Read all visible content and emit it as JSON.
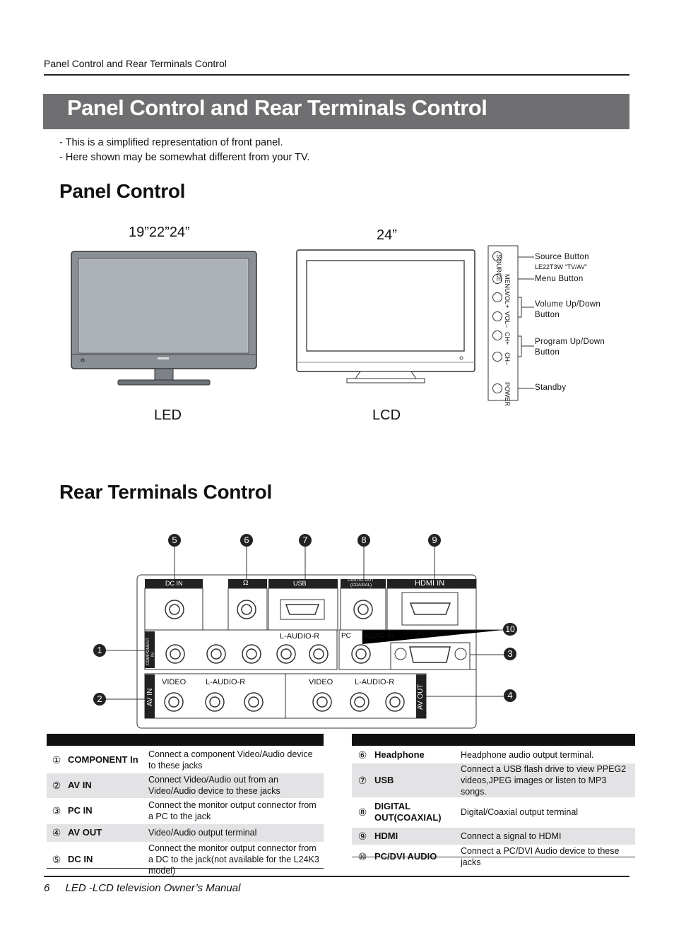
{
  "running_head": "Panel Control and Rear Terminals Control",
  "banner_title": "Panel Control and Rear Terminals Control",
  "notes": [
    "- This is a simplified representation of front panel.",
    "- Here shown may be somewhat different from your TV."
  ],
  "panel_control": {
    "title": "Panel Control",
    "led_sizes": "19”22”24”",
    "lcd_size": "24”",
    "led_label": "LED",
    "lcd_label": "LCD",
    "buttons_vertical": [
      "SOURCE",
      "MENU",
      "VOL+",
      "VOL–",
      "CH+",
      "CH–",
      "POWER"
    ],
    "callouts": {
      "source": "Source Button",
      "model_note": "LE22T3W  “TV/AV”",
      "menu": "Menu Button",
      "volume": [
        "Volume Up/Down",
        "Button"
      ],
      "program": [
        "Program Up/Down",
        "Button"
      ],
      "standby": "Standby"
    }
  },
  "rear_terminals": {
    "title": "Rear Terminals Control",
    "top_numbers": [
      "5",
      "6",
      "7",
      "8",
      "9"
    ],
    "side_numbers": {
      "n1": "1",
      "n2": "2",
      "n10": "10",
      "n3": "3",
      "n4": "4"
    },
    "port_labels": {
      "dc_in": "DC IN",
      "headphone": "Ω",
      "usb": "USB",
      "digital_out": [
        "DIGITAL OUT",
        "(COAXIAL)"
      ],
      "hdmi_in": "HDMI IN",
      "component_in": [
        "COMPONENT",
        "IN"
      ],
      "l_audio_r": "L-AUDIO-R",
      "pc": "PC",
      "audio_in": "AUDIO IN",
      "pc_in": "PC IN",
      "av_in": "AV IN",
      "video": "VIDEO",
      "av_out": "AV OUT"
    }
  },
  "table_left": [
    {
      "num": "①",
      "name": "COMPONENT In",
      "desc": "Connect a component Video/Audio device to these jacks"
    },
    {
      "num": "②",
      "name": "AV IN",
      "desc": "Connect Video/Audio out from an Video/Audio device to these jacks"
    },
    {
      "num": "③",
      "name": "PC IN",
      "desc": "Connect the monitor output connector from a PC to the jack"
    },
    {
      "num": "④",
      "name": " AV OUT",
      "desc": " Video/Audio output terminal"
    },
    {
      "num": "⑤",
      "name": "DC IN",
      "desc": "Connect the monitor output connector from a DC to the jack(not available for the L24K3 model)"
    }
  ],
  "table_right": [
    {
      "num": "⑥",
      "name": "Headphone",
      "desc": "Headphone audio output terminal."
    },
    {
      "num": "⑦",
      "name": "USB",
      "desc": "Connect  a USB flash drive to view PPEG2 videos,JPEG images or listen to MP3 songs."
    },
    {
      "num": "⑧",
      "name": "DIGITAL OUT(COAXIAL)",
      "desc": "Digital/Coaxial output terminal"
    },
    {
      "num": "⑨",
      "name": "HDMI",
      "desc": "Connect a signal to HDMI"
    },
    {
      "num": "⑩",
      "name": "PC/DVI AUDIO",
      "desc": "Connect a PC/DVI Audio device to these jacks"
    }
  ],
  "footer": {
    "page_number": "6",
    "text": "LED -LCD  television  Owner’s Manual"
  }
}
